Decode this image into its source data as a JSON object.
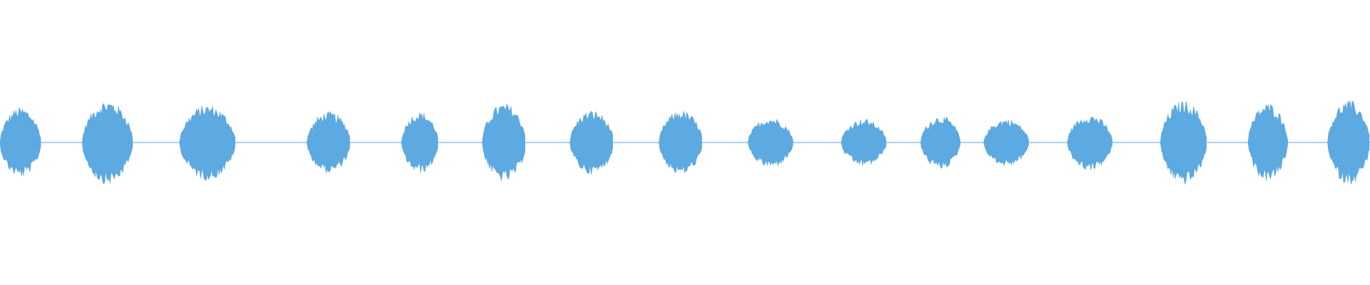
{
  "waveform": {
    "color": "#5DA9E1",
    "baseline_color": "#7DB8E6",
    "description_type": "audio-waveform",
    "bursts": [
      {
        "start": 0.0,
        "end": 0.03,
        "amplitude": 0.25
      },
      {
        "start": 0.06,
        "end": 0.097,
        "amplitude": 0.3
      },
      {
        "start": 0.131,
        "end": 0.172,
        "amplitude": 0.27
      },
      {
        "start": 0.224,
        "end": 0.256,
        "amplitude": 0.22
      },
      {
        "start": 0.293,
        "end": 0.32,
        "amplitude": 0.22
      },
      {
        "start": 0.352,
        "end": 0.384,
        "amplitude": 0.28
      },
      {
        "start": 0.416,
        "end": 0.448,
        "amplitude": 0.23
      },
      {
        "start": 0.481,
        "end": 0.513,
        "amplitude": 0.23
      },
      {
        "start": 0.546,
        "end": 0.579,
        "amplitude": 0.18
      },
      {
        "start": 0.614,
        "end": 0.647,
        "amplitude": 0.17
      },
      {
        "start": 0.672,
        "end": 0.701,
        "amplitude": 0.19
      },
      {
        "start": 0.718,
        "end": 0.751,
        "amplitude": 0.17
      },
      {
        "start": 0.779,
        "end": 0.812,
        "amplitude": 0.2
      },
      {
        "start": 0.847,
        "end": 0.881,
        "amplitude": 0.3
      },
      {
        "start": 0.911,
        "end": 0.94,
        "amplitude": 0.28
      },
      {
        "start": 0.969,
        "end": 1.0,
        "amplitude": 0.3
      }
    ]
  }
}
